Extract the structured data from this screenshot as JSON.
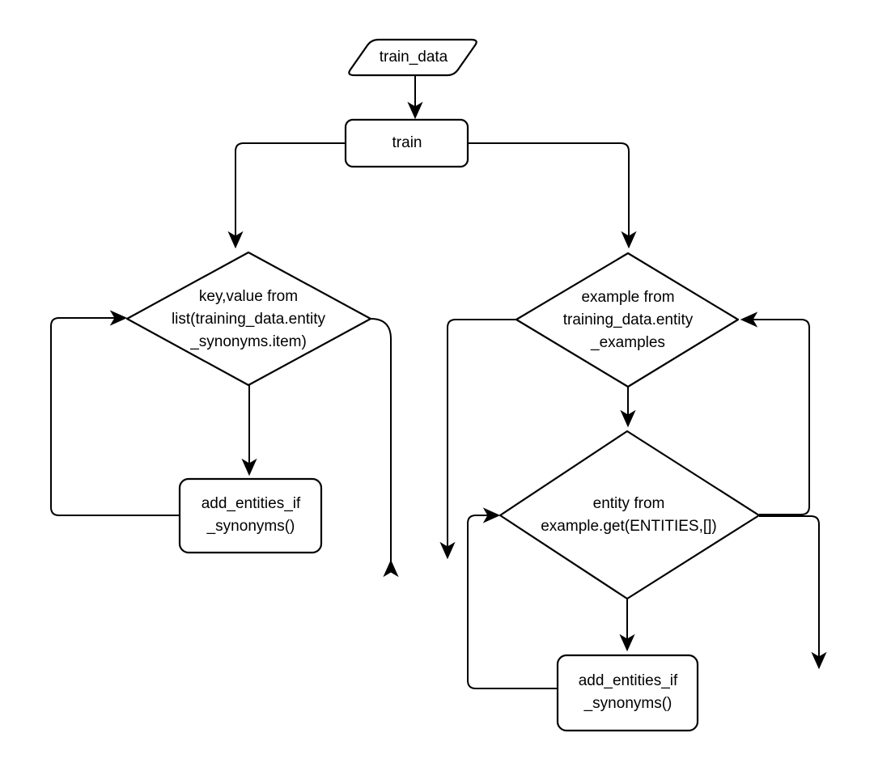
{
  "canvas": {
    "background": "#ffffff",
    "stroke_color": "#000000",
    "text_color": "#000000"
  },
  "nodes": {
    "train_data": {
      "shape": "parallelogram-input",
      "label": "train_data"
    },
    "train": {
      "shape": "rounded-rect-process",
      "label": "train"
    },
    "synonyms_loop": {
      "shape": "diamond-loop",
      "label": "key,value from\nlist(training_data.entity\n_synonyms.item)"
    },
    "synonyms_call": {
      "shape": "rounded-rect-process",
      "label": "add_entities_if\n_synonyms()"
    },
    "examples_loop": {
      "shape": "diamond-loop",
      "label": "example from\ntraining_data.entity\n_examples"
    },
    "entities_loop": {
      "shape": "diamond-loop",
      "label": "entity from\nexample.get(ENTITIES,[])"
    },
    "entities_call": {
      "shape": "rounded-rect-process",
      "label": "add_entities_if\n_synonyms()"
    }
  }
}
